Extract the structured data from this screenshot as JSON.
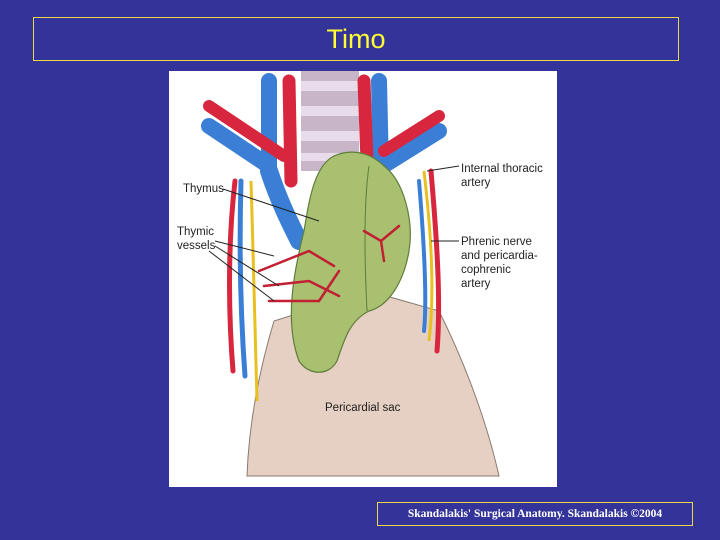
{
  "slide": {
    "title": "Timo",
    "credit": "Skandalakis' Surgical Anatomy. Skandalakis ©2004"
  },
  "figure": {
    "labels": {
      "thymus": "Thymus",
      "thymic_vessels_1": "Thymic",
      "thymic_vessels_2": "vessels",
      "internal_thoracic_1": "Internal thoracic",
      "internal_thoracic_2": "artery",
      "phrenic_1": "Phrenic nerve",
      "phrenic_2": "and pericardia-",
      "phrenic_3": "cophrenic",
      "phrenic_4": "artery",
      "pericardial_sac": "Pericardial sac"
    },
    "colors": {
      "background": "#333399",
      "title": "#ffff33",
      "thymus": "#a8c070",
      "artery": "#d7263d",
      "vein": "#3a7fd5",
      "nerve": "#e8c020",
      "pericardium": "#e6cfc3"
    }
  }
}
